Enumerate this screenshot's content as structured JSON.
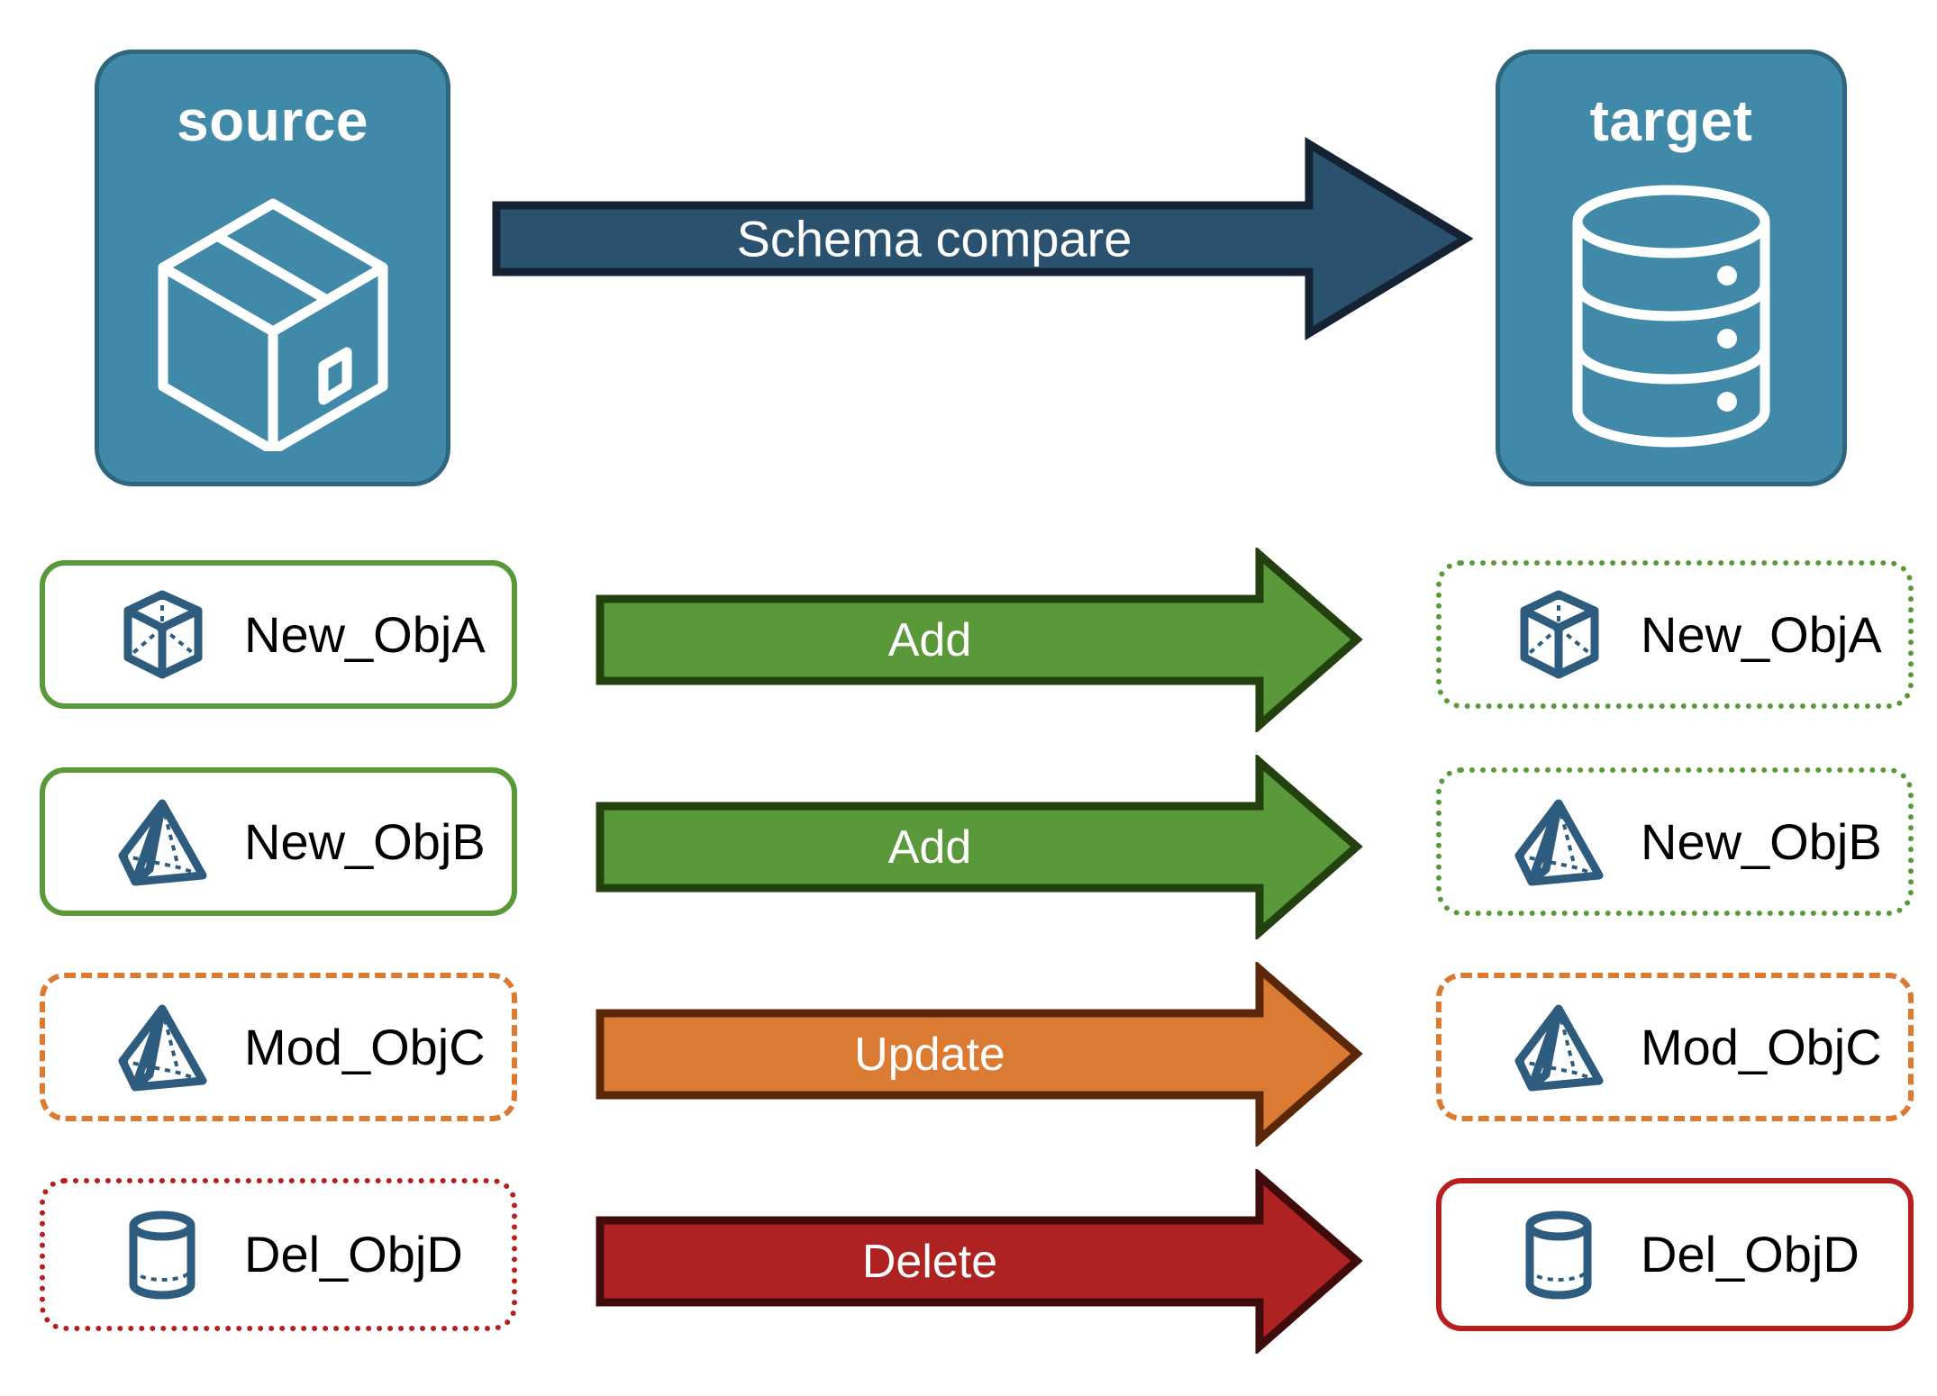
{
  "colors": {
    "endpoint_fill": "#4089a8",
    "endpoint_stroke": "#2e667d",
    "compare_arrow_fill": "#2a526e",
    "compare_arrow_stroke": "#152233",
    "add_fill": "#5a9939",
    "add_stroke": "#23400f",
    "update_fill": "#db7b33",
    "update_stroke": "#5b2709",
    "delete_fill": "#ae2222",
    "delete_stroke": "#400b0b",
    "object_icon": "#2e5c7e",
    "object_text": "#000000",
    "green_border": "#5a9939",
    "orange_border": "#db7b33",
    "red_border": "#b71f1f",
    "white": "#ffffff"
  },
  "endpoints": [
    {
      "id": "source",
      "title": "source",
      "icon": "package-box-icon"
    },
    {
      "id": "target",
      "title": "target",
      "icon": "database-cylinder-icon"
    }
  ],
  "compare_arrow": {
    "label": "Schema compare"
  },
  "rows": [
    {
      "action": "Add",
      "action_color": "add",
      "source": {
        "label": "New_ObjA",
        "icon": "wireframe-cube-icon",
        "border_style": "solid",
        "border_color": "green"
      },
      "target": {
        "label": "New_ObjA",
        "icon": "wireframe-cube-icon",
        "border_style": "dotted",
        "border_color": "green"
      }
    },
    {
      "action": "Add",
      "action_color": "add",
      "source": {
        "label": "New_ObjB",
        "icon": "wireframe-pyramid-icon",
        "border_style": "solid",
        "border_color": "green"
      },
      "target": {
        "label": "New_ObjB",
        "icon": "wireframe-pyramid-icon",
        "border_style": "dotted",
        "border_color": "green"
      }
    },
    {
      "action": "Update",
      "action_color": "update",
      "source": {
        "label": "Mod_ObjC",
        "icon": "wireframe-pyramid-icon",
        "border_style": "dashed",
        "border_color": "orange"
      },
      "target": {
        "label": "Mod_ObjC",
        "icon": "wireframe-pyramid-icon",
        "border_style": "dashed",
        "border_color": "orange"
      }
    },
    {
      "action": "Delete",
      "action_color": "delete",
      "source": {
        "label": "Del_ObjD",
        "icon": "cylinder-icon",
        "border_style": "dotted",
        "border_color": "red"
      },
      "target": {
        "label": "Del_ObjD",
        "icon": "cylinder-icon",
        "border_style": "solid",
        "border_color": "red"
      }
    }
  ]
}
